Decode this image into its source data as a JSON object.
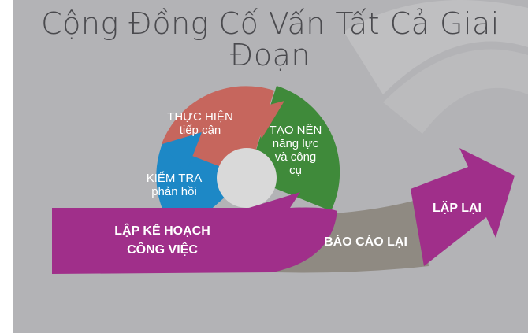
{
  "slide": {
    "title": "Cộng Đồng Cố Vấn Tất Cả Giai Đoạn",
    "colors": {
      "background": "#b3b3b6",
      "plan": "#a02f8a",
      "implement": "#c6665d",
      "build": "#3f8a3a",
      "check": "#1d88c6",
      "report": "#8f8a82",
      "repeat": "#a02f8a",
      "center": "#d9d9d9"
    }
  },
  "cycle": {
    "implement": {
      "line1": "THỰC HIỆN",
      "line2": "tiếp cận"
    },
    "build": {
      "line1": "TẠO NÊN",
      "line2": "năng lực",
      "line3": "và công",
      "line4": "cụ"
    },
    "check": {
      "line1": "KIỂM TRA",
      "line2": "phản hồi"
    }
  },
  "flow": {
    "plan": {
      "line1": "LẬP KẾ HOẠCH",
      "line2": "CÔNG VIỆC"
    },
    "report": "BÁO CÁO LẠI",
    "repeat": "LẶP LẠI"
  }
}
